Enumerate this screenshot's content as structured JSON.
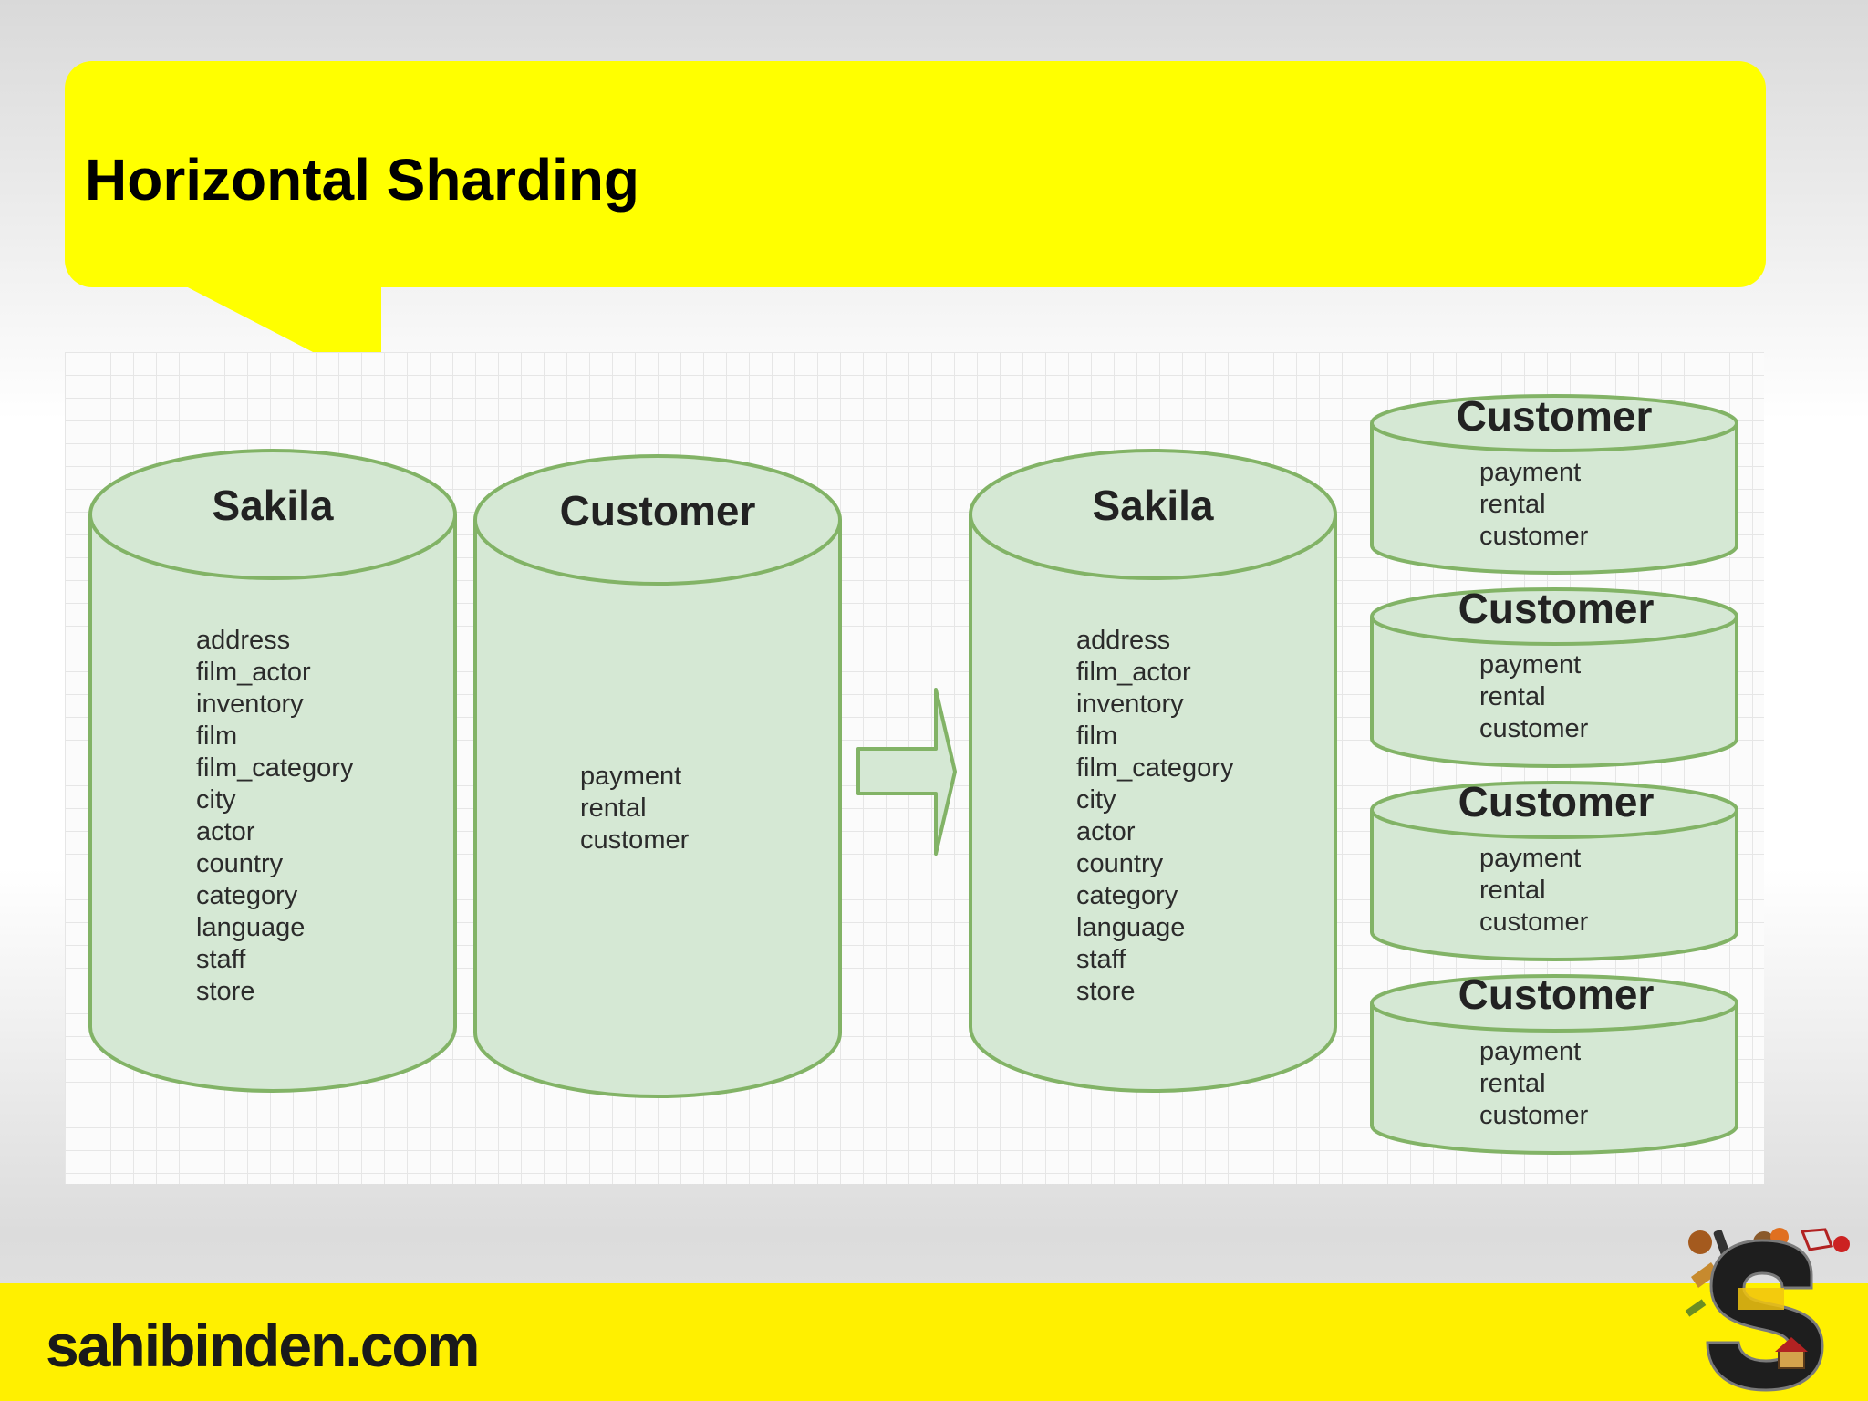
{
  "slide": {
    "title": "Horizontal Sharding"
  },
  "diagram": {
    "before": [
      {
        "name": "Sakila",
        "tables": [
          "address",
          "film_actor",
          "inventory",
          "film",
          "film_category",
          "city",
          "actor",
          "country",
          "category",
          "language",
          "staff",
          "store"
        ]
      },
      {
        "name": "Customer",
        "tables": [
          "payment",
          "rental",
          "customer"
        ]
      }
    ],
    "after": {
      "main": {
        "name": "Sakila",
        "tables": [
          "address",
          "film_actor",
          "inventory",
          "film",
          "film_category",
          "city",
          "actor",
          "country",
          "category",
          "language",
          "staff",
          "store"
        ]
      },
      "shards": [
        {
          "name": "Customer",
          "tables": [
            "payment",
            "rental",
            "customer"
          ]
        },
        {
          "name": "Customer",
          "tables": [
            "payment",
            "rental",
            "customer"
          ]
        },
        {
          "name": "Customer",
          "tables": [
            "payment",
            "rental",
            "customer"
          ]
        },
        {
          "name": "Customer",
          "tables": [
            "payment",
            "rental",
            "customer"
          ]
        }
      ]
    },
    "colors": {
      "cylinder_fill": "#d5e8d4",
      "cylinder_stroke": "#82b366",
      "arrow_fill": "#d5e8d4"
    }
  },
  "footer": {
    "brand": "sahibinden.com",
    "bar_color": "#fff000"
  }
}
